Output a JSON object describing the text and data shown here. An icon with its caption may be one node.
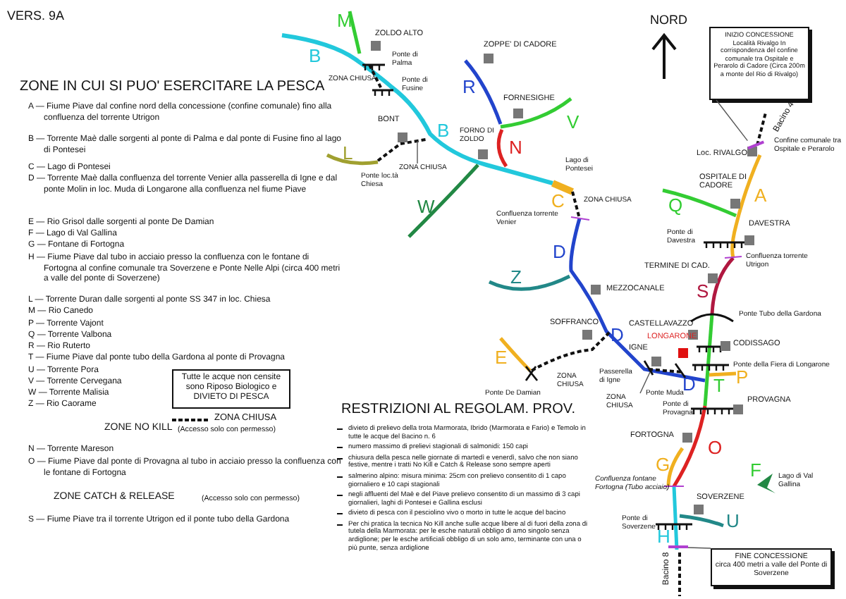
{
  "diagram": {
    "nodes": [
      {
        "text": [
          "Tutte le acque non censite sono Riposo Biologico e DIVIETO DI PESCA"
        ]
      },
      {
        "text": [
          "INIZIO CONCESSIONE",
          "Località Rivalgo In corrispondenza del confine comunale tra Ospitale e Perarolo di Cadore (Circa 200m a monte del Rio di Rivalgo)"
        ]
      },
      {
        "text": [
          "FINE CONCESSIONE",
          "circa 400 metri a valle del Ponte di Soverzene"
        ]
      },
      {
        "text": [
          "ZONA CHIUSA"
        ]
      },
      {
        "text": [
          "ZONA CHIUSA"
        ]
      },
      {
        "text": [],
        "shape": "bar"
      },
      {
        "text": [],
        "shape": "bar"
      }
    ],
    "edges": [
      {
        "from": 1,
        "to": 5,
        "arrow": "none"
      },
      {
        "from": 2,
        "to": 6,
        "arrow": "none"
      },
      {
        "from": 3,
        "to": null,
        "arrow": "none"
      },
      {
        "from": 4,
        "to": null,
        "arrow": "none"
      }
    ],
    "labels": [
      "VERS. 9A",
      "ZONE IN CUI SI PUO' ESERCITARE LA PESCA",
      "A — Fiume Piave dal confine nord della concessione (confine comunale) fino alla confluenza del torrente Utrigon",
      "B — Torrente Maè dalle sorgenti al ponte di Palma e dal ponte di Fusine fino al lago di Pontesei",
      "C — Lago di Pontesei",
      "D — Torrente Maè dalla confluenza del torrente Venier alla passerella di Igne e dal ponte Molin in loc. Muda di Longarone alla confluenza nel fiume Piave",
      "E — Rio Grisol dalle sorgenti al ponte De Damian",
      "F — Lago di Val Gallina",
      "G — Fontane di Fortogna",
      "H — Fiume Piave dal tubo in acciaio presso la confluenza con le fontane di Fortogna al confine comunale tra Soverzene e Ponte Nelle Alpi (circa 400 metri a valle del ponte di Soverzene)",
      "L — Torrente Duran dalle sorgenti al ponte SS 347 in loc. Chiesa",
      "M — Rio Canedo",
      "P — Torrente Vajont",
      "Q — Torrente Valbona",
      "R — Rio Ruterto",
      "T — Fiume Piave dal ponte tubo della Gardona al ponte di Provagna",
      "U — Torrente Pora",
      "V — Torrente Cervegana",
      "W — Torrente Malisia",
      "Z — Rio Caorame",
      "ZONE NO KILL",
      "(Accesso solo con permesso)",
      "N — Torrente Mareson",
      "O — Fiume Piave dal ponte di Provagna al tubo in acciaio presso la confluenza con le fontane di Fortogna",
      "ZONE CATCH & RELEASE",
      "(Accesso solo con permesso)",
      "S — Fiume Piave tra il torrente Utrigon ed il ponte tubo della Gardona",
      "RESTRIZIONI AL REGOLAM. PROV.",
      "divieto di prelievo della trota Marmorata, Ibrido (Marmorata e Fario) e Temolo in tutte le acque del Bacino n. 6",
      "numero massimo di prelievi stagionali di salmonidi: 150 capi",
      "chiusura della pesca nelle giornate di martedì e venerdì, salvo che non siano festive, mentre i tratti No Kill e Catch & Release sono sempre aperti",
      "salmerino alpino: misura minima: 25cm con prelievo consentito di 1 capo giornaliero e 10 capi stagionali",
      "negli affluenti del Maè e del Piave prelievo consentito di un massimo di 3 capi giornalieri, laghi di Pontesei e Gallina esclusi",
      "divieto di pesca con il pesciolino vivo o morto in tutte le acque del bacino",
      "Per chi pratica la tecnica No Kill anche sulle acque libere al di fuori della zona di tutela della Marmorata: per le esche naturali obbligo di amo singolo senza ardiglione; per le esche artificiali obbligo di un solo amo, terminante con una o più punte, senza ardiglione",
      "M",
      "NORD",
      "ZOLDO ALTO",
      "ZOPPE' DI CADORE",
      "B",
      "Ponte di Palma",
      "ZONA CHIUSA",
      "Ponte di Fusine",
      "R",
      "FORNESIGHE",
      "V",
      "BONT",
      "B",
      "FORNO DI ZOLDO",
      "N",
      "L",
      "Ponte loc.tà Chiesa",
      "Lago di Pontesei",
      "C",
      "ZONA CHIUSA",
      "W",
      "Confluenza torrente Venier",
      "D",
      "Z",
      "MEZZOCANALE",
      "Bacino 4",
      "Confine comunale tra Ospitale e Perarolo",
      "Loc. RIVALGO",
      "OSPITALE DI CADORE",
      "Q",
      "A",
      "DAVESTRA",
      "Ponte di Davestra",
      "Confluenza torrente Utrigon",
      "TERMINE DI CAD.",
      "S",
      "SOFFRANCO",
      "D",
      "Ponte Tubo della Gardona",
      "CASTELLAVAZZO",
      "CODISSAGO",
      "IGNE",
      "LONGARONE",
      "Ponte della Fiera di Longarone",
      "E",
      "ZONA CHIUSA",
      "Passerella di Igne",
      "D",
      "T",
      "P",
      "Ponte De Damian",
      "Ponte Muda",
      "Ponte di Provagna",
      "PROVAGNA",
      "FORTOGNA",
      "O",
      "G",
      "F",
      "Confluenza fontane Fortogna (Tubo acciaio)",
      "Lago di Val Gallina",
      "SOVERZENE",
      "Ponte di Soverzene",
      "U",
      "H",
      "Bacino 8"
    ],
    "legend": [
      {
        "text": "ZONA CHIUSA"
      }
    ]
  }
}
